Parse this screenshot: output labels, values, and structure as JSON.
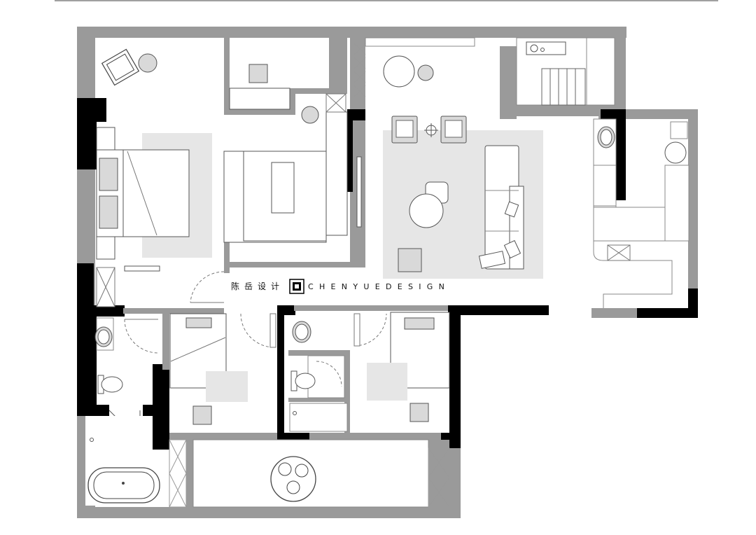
{
  "watermark": {
    "cn": "陈岳设计",
    "en": "CHENYUEDESIGN",
    "logo": "seal-logo"
  },
  "colors": {
    "wall": "#9a9a9a",
    "structural": "#000000",
    "floor": "#ffffff",
    "rug": "#e6e6e6",
    "furniture": "#d9d9d9",
    "line": "#555555"
  },
  "icons": [
    "sink-icon",
    "toilet-icon",
    "bathtub-icon",
    "bed-icon",
    "sofa-icon",
    "lamp-icon"
  ]
}
